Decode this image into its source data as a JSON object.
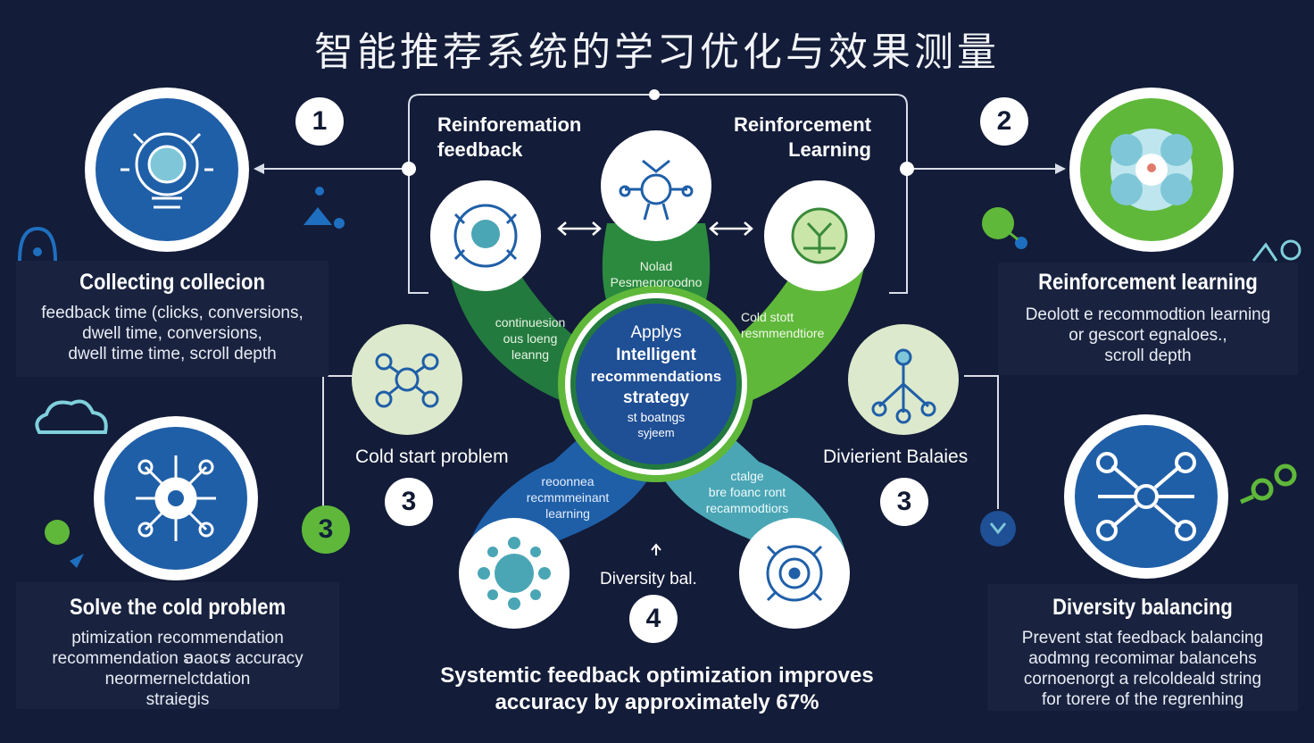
{
  "title": "智能推荐系统的学习优化与效果测量",
  "top_labels": {
    "left": [
      "Reinforemation",
      "feedback"
    ],
    "right": [
      "Reinforcement",
      "Learning"
    ]
  },
  "numbers": {
    "one": "1",
    "two": "2",
    "three_left_green": "3",
    "three_center_left": "3",
    "three_center_right": "3",
    "four": "4"
  },
  "panels": {
    "top_left": {
      "title": "Collecting collecion",
      "lines": [
        "feedback time (clicks, conversions,",
        "dwell time,  conversions,",
        "dwell time time, scroll  depth"
      ]
    },
    "top_right": {
      "title": "Reinforcement learning",
      "lines": [
        "Deolott  e recommodtion learning",
        "or gescort egnaloes.,",
        "scroll  depth"
      ]
    },
    "bottom_left": {
      "title": "Solve the cold problem",
      "lines": [
        "ptimization recommendation",
        "recommendation ອaoເຮ accuracy",
        "neormernelctdation",
        "straiegis"
      ]
    },
    "bottom_right": {
      "title": "Diversity balancing",
      "lines": [
        "Prevent stat feedback balancing",
        "aodmng recomimar balancehs",
        "cornoenorgt a relcoldeald string",
        "for torere  of the regrenhing"
      ]
    }
  },
  "side_labels": {
    "cold_start": "Cold start problem",
    "divergent": "Divierient Balaies",
    "diversity_bal": "Diversity bal."
  },
  "petals": {
    "top": [
      "Nolad",
      "Pesmenoroodno"
    ],
    "left": [
      "continuesion",
      "ous  loeng",
      "leanng"
    ],
    "right": [
      "Cold  stott",
      "resmmendtiore"
    ],
    "bottom_left": [
      "reoonnea",
      "recmmmeinant",
      "learning"
    ],
    "bottom_right": [
      "ctalge",
      "bre foanc ront",
      "recammodtiors"
    ]
  },
  "core": {
    "line1": "Applys",
    "line2": "Intelligent",
    "line3": "recommendations",
    "line4": "strategy",
    "line5": "st boatngs",
    "line6": "syjeem"
  },
  "summary": [
    "Systemtic feedback optimization improves",
    "accuracy by approximately 67%"
  ],
  "colors": {
    "background": "#131c38",
    "panel": "#19233f",
    "green": "#5fb83a",
    "dark_green": "#237a3e",
    "blue": "#1f5fa8",
    "teal": "#4aa6b5",
    "light_green_circle": "#dde9cc"
  },
  "icons": [
    "brain-circuit-icon",
    "flower-network-icon",
    "gear-network-icon",
    "hub-network-icon",
    "molecule-icon",
    "robot-icon",
    "cloud-icon",
    "lamp-icon"
  ]
}
